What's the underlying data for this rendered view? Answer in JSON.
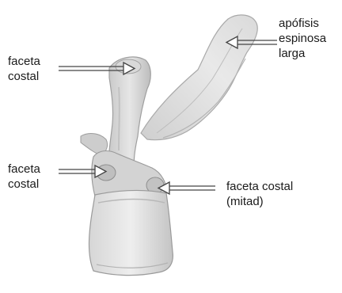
{
  "figure": {
    "labels": {
      "spinous": [
        "apófisis",
        "espinosa",
        "larga"
      ],
      "facet_top": [
        "faceta",
        "costal"
      ],
      "facet_left": [
        "faceta",
        "costal"
      ],
      "facet_half": [
        "faceta costal",
        "(mitad)"
      ]
    },
    "colors": {
      "bone_light": "#ececec",
      "bone_mid": "#cfcfcf",
      "bone_dark": "#9a9a9a",
      "text": "#1a1a1a",
      "arrow": "#444444"
    }
  }
}
